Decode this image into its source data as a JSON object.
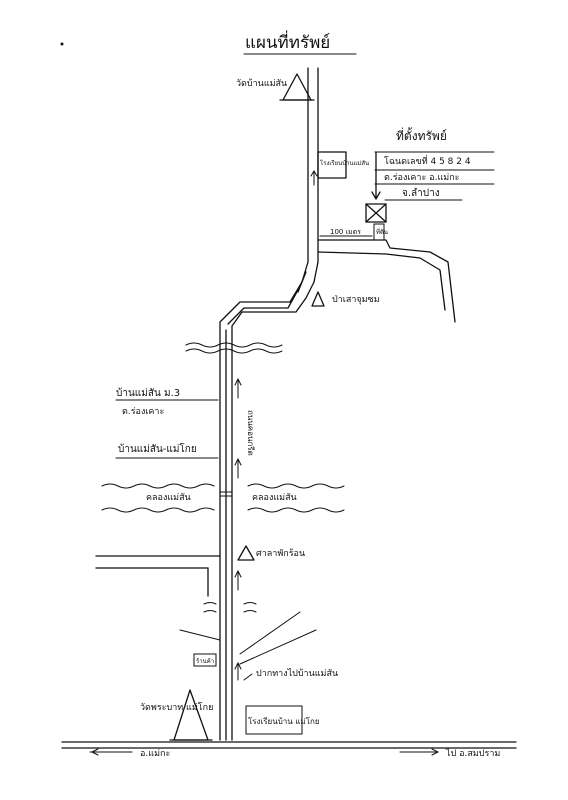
{
  "map": {
    "title": "แผนที่ทรัพย์",
    "colors": {
      "ink": "#111111",
      "paper": "#ffffff"
    },
    "labels": {
      "temple_top": "วัดบ้านแม่สัน",
      "school": "โรงเรียนบ้านแม่สัน",
      "property_header": "ที่ตั้งทรัพย์",
      "property_deed": "โฉนดเลขที่ 4 5 8 2 4",
      "property_subdistrict": "ต.ร่องเคาะ อ.แม่กะ",
      "property_province": "จ.ลำปาง",
      "distance": "100 เมตร",
      "property_side": "ที่ดิน",
      "wat_right": "ป่าเสาจุมซม",
      "village_3": "บ้านแม่สัน ม.3",
      "village_3_sub": "ต.ร่องเคาะ",
      "road_name": "บ้านแม่สัน-แม่โกย",
      "road_vertical": "ถนนคอนกรีต",
      "canal_left": "คลองแม่สัน",
      "canal_right": "คลองแม่สัน",
      "sala": "ศาลาพักร้อน",
      "small_sign": "ร้านค้า",
      "junction": "ปากทางไปบ้านแม่สัน",
      "temple_bottom": "วัดพระบาท แม่โกย",
      "school_bottom": "โรงเรียนบ้าน แม่โกย",
      "to_left": "อ.แม่กะ",
      "to_right": "ไป อ.สมปราม"
    },
    "icons": [
      "temple-icon",
      "pagoda-icon",
      "sala-icon",
      "property-marker-icon",
      "water-wave-icon",
      "arrow-icon"
    ]
  }
}
